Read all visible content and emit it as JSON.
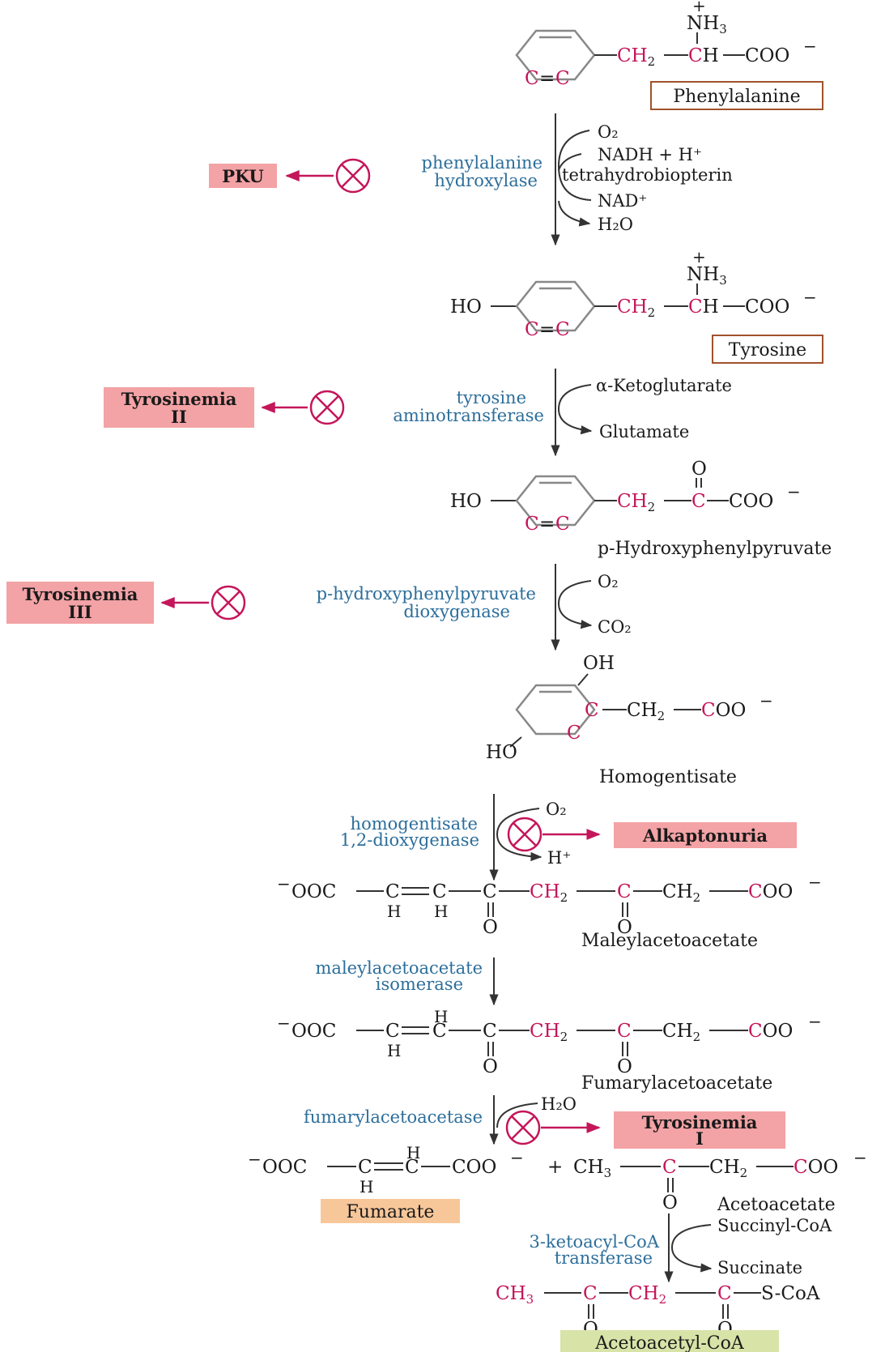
{
  "compounds": {
    "phenylalanine": "Phenylalanine",
    "tyrosine": "Tyrosine",
    "hydroxyphenylpyruvate": "p-Hydroxyphenylpyruvate",
    "homogentisate": "Homogentisate",
    "maleylacetoacetate": "Maleylacetoacetate",
    "fumarylacetoacetate": "Fumarylacetoacetate",
    "fumarate": "Fumarate",
    "acetoacetate": "Acetoacetate",
    "acetoacetyl_coa": "Acetoacetyl-CoA"
  },
  "enzymes": {
    "step1": [
      "phenylalanine",
      "hydroxylase"
    ],
    "step2": [
      "tyrosine",
      "aminotransferase"
    ],
    "step3": [
      "p-hydroxyphenylpyruvate",
      "dioxygenase"
    ],
    "step4": [
      "homogentisate",
      "1,2-dioxygenase"
    ],
    "step5": [
      "maleylacetoacetate",
      "isomerase"
    ],
    "step6": [
      "fumarylacetoacetase"
    ],
    "step7": [
      "3-ketoacyl-CoA",
      "transferase"
    ]
  },
  "side_reactants": {
    "step1": [
      "O₂",
      "NADH + H⁺",
      "tetrahydrobiopterin",
      "NAD⁺",
      "H₂O"
    ],
    "step2": [
      "α-Ketoglutarate",
      "Glutamate"
    ],
    "step3": [
      "O₂",
      "CO₂"
    ],
    "step4": [
      "O₂",
      "H⁺"
    ],
    "step6": [
      "H₂O"
    ],
    "step7": [
      "Succinyl-CoA",
      "Succinate"
    ]
  },
  "diseases": {
    "pku": "PKU",
    "tyr2": [
      "Tyrosinemia",
      "II"
    ],
    "tyr3": [
      "Tyrosinemia",
      "III"
    ],
    "alkaptonuria": "Alkaptonuria",
    "tyr1": [
      "Tyrosinemia",
      "I"
    ]
  },
  "colors": {
    "enzyme_text": "#2c6e9b",
    "highlight_carbon": "#c4165a",
    "disease_box": "#f3a2a5",
    "compound_box_border": "#a0522d",
    "fumarate_box": "#f7c79a",
    "acetoacetyl_box": "#d8e3a8"
  },
  "icons": [
    "blocked-circle-x-icon"
  ]
}
